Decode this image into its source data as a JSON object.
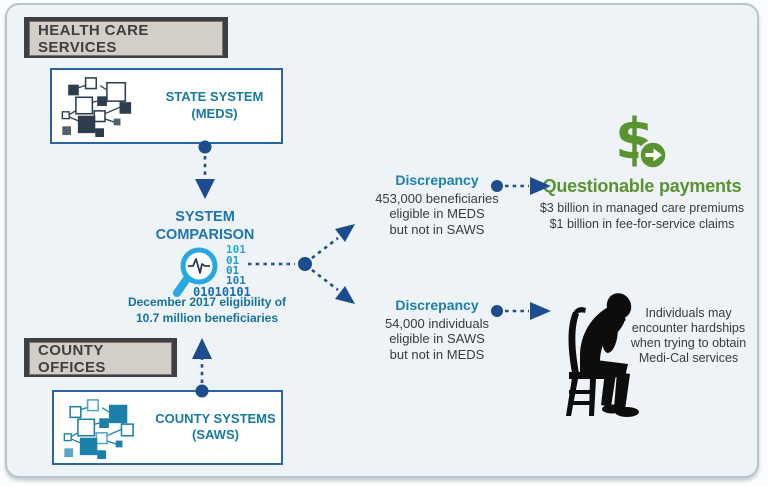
{
  "colors": {
    "canvas_bg": "#edf3f6",
    "arrow_navy": "#1d4d8e",
    "box_border_blue": "#2b64a5",
    "system_label_teal": "#1879a4",
    "comparison_blue": "#1d73b5",
    "discrepancy_teal": "#1b7eb4",
    "payments_green": "#5b9331",
    "body_text": "#3d3a3c",
    "header_frame": "#3f3e40",
    "header_bg": "#d2cec8"
  },
  "section_headers": {
    "top": {
      "label": "HEALTH CARE SERVICES"
    },
    "bottom": {
      "label": "COUNTY OFFICES"
    }
  },
  "systems": {
    "state": {
      "name": "STATE SYSTEM",
      "code": "(MEDS)",
      "icon": "network-nodes-icon"
    },
    "county": {
      "name": "COUNTY SYSTEMS",
      "code": "(SAWS)",
      "icon": "network-nodes-icon"
    }
  },
  "comparison": {
    "title_line1": "SYSTEM",
    "title_line2": "COMPARISON",
    "icon": "magnifier-data-icon",
    "binary_lines": [
      "101",
      "01",
      "01",
      "101",
      "01010101"
    ],
    "caption_line1": "December 2017 eligibility of",
    "caption_line2": "10.7 million beneficiaries"
  },
  "discrepancies": {
    "top": {
      "label": "Discrepancy",
      "lines": [
        "453,000 beneficiaries",
        "eligible in MEDS",
        "but not in SAWS"
      ]
    },
    "bottom": {
      "label": "Discrepancy",
      "lines": [
        "54,000 individuals",
        "eligible in SAWS",
        "but not in MEDS"
      ]
    }
  },
  "outcomes": {
    "payments": {
      "icon": "dollar-arrow-icon",
      "title": "Questionable payments",
      "lines": [
        "$3 billion in managed care premiums",
        "$1 billion in fee-for-service claims"
      ]
    },
    "hardships": {
      "icon": "distressed-person-icon",
      "lines": [
        "Individuals may",
        "encounter hardships",
        "when trying to obtain",
        "Medi-Cal services"
      ]
    }
  }
}
